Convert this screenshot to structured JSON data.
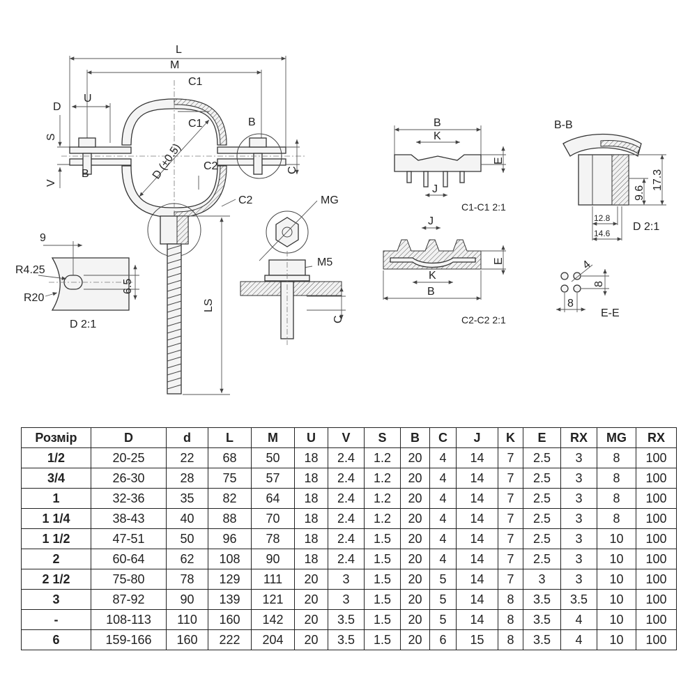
{
  "drawing": {
    "main_view": {
      "dim_L": "L",
      "dim_M": "M",
      "dim_U": "U",
      "dim_D": "D",
      "dim_S": "S",
      "dim_V": "V",
      "dim_B": "B",
      "dim_B_detail": "B",
      "dim_C": "C",
      "section_C1_top": "C1",
      "section_C1_bottom": "C1",
      "section_C2_top": "C2",
      "section_C2_bottom": "C2",
      "dim_diameter": "D (±0.5)",
      "dim_LS": "LS"
    },
    "detail_d": {
      "dim_9": "9",
      "dim_R425": "R4.25",
      "dim_R20": "R20",
      "dim_65": "6.5",
      "caption": "D 2:1"
    },
    "nut_view": {
      "label_MG": "MG",
      "label_M5": "M5",
      "dim_C": "C"
    },
    "section_c1": {
      "dim_B": "B",
      "dim_K": "K",
      "dim_E": "E",
      "dim_J": "J",
      "caption": "C1-C1 2:1"
    },
    "section_c2": {
      "dim_J": "J",
      "dim_E": "E",
      "dim_K": "K",
      "dim_B": "B",
      "caption": "C2-C2 2:1"
    },
    "section_bb": {
      "title": "B-B",
      "dim_173": "17.3",
      "dim_96": "9.6",
      "dim_128": "12.8",
      "dim_146": "14.6",
      "caption": "D 2:1"
    },
    "section_ee": {
      "dim_4": "4",
      "dim_8v": "8",
      "dim_8h": "8",
      "caption": "E-E"
    }
  },
  "table": {
    "headers": [
      "Розмір",
      "D",
      "d",
      "L",
      "M",
      "U",
      "V",
      "S",
      "B",
      "C",
      "J",
      "K",
      "E",
      "RX",
      "MG",
      "RX"
    ],
    "rows": [
      [
        "1/2",
        "20-25",
        "22",
        "68",
        "50",
        "18",
        "2.4",
        "1.2",
        "20",
        "4",
        "14",
        "7",
        "2.5",
        "3",
        "8",
        "100"
      ],
      [
        "3/4",
        "26-30",
        "28",
        "75",
        "57",
        "18",
        "2.4",
        "1.2",
        "20",
        "4",
        "14",
        "7",
        "2.5",
        "3",
        "8",
        "100"
      ],
      [
        "1",
        "32-36",
        "35",
        "82",
        "64",
        "18",
        "2.4",
        "1.2",
        "20",
        "4",
        "14",
        "7",
        "2.5",
        "3",
        "8",
        "100"
      ],
      [
        "1 1/4",
        "38-43",
        "40",
        "88",
        "70",
        "18",
        "2.4",
        "1.2",
        "20",
        "4",
        "14",
        "7",
        "2.5",
        "3",
        "8",
        "100"
      ],
      [
        "1 1/2",
        "47-51",
        "50",
        "96",
        "78",
        "18",
        "2.4",
        "1.5",
        "20",
        "4",
        "14",
        "7",
        "2.5",
        "3",
        "10",
        "100"
      ],
      [
        "2",
        "60-64",
        "62",
        "108",
        "90",
        "18",
        "2.4",
        "1.5",
        "20",
        "4",
        "14",
        "7",
        "2.5",
        "3",
        "10",
        "100"
      ],
      [
        "2 1/2",
        "75-80",
        "78",
        "129",
        "111",
        "20",
        "3",
        "1.5",
        "20",
        "5",
        "14",
        "7",
        "3",
        "3",
        "10",
        "100"
      ],
      [
        "3",
        "87-92",
        "90",
        "139",
        "121",
        "20",
        "3",
        "1.5",
        "20",
        "5",
        "14",
        "8",
        "3.5",
        "3.5",
        "10",
        "100"
      ],
      [
        "-",
        "108-113",
        "110",
        "160",
        "142",
        "20",
        "3.5",
        "1.5",
        "20",
        "5",
        "14",
        "8",
        "3.5",
        "4",
        "10",
        "100"
      ],
      [
        "6",
        "159-166",
        "160",
        "222",
        "204",
        "20",
        "3.5",
        "1.5",
        "20",
        "6",
        "15",
        "8",
        "3.5",
        "4",
        "10",
        "100"
      ]
    ]
  }
}
